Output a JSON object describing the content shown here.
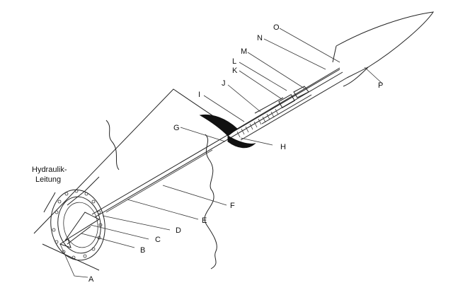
{
  "diagram": {
    "labels": [
      "A",
      "B",
      "C",
      "D",
      "E",
      "F",
      "G",
      "H",
      "I",
      "J",
      "K",
      "L",
      "M",
      "N",
      "O",
      "P"
    ],
    "side_label": {
      "line1": "Hydraulik-",
      "line2": "Leitung"
    }
  }
}
